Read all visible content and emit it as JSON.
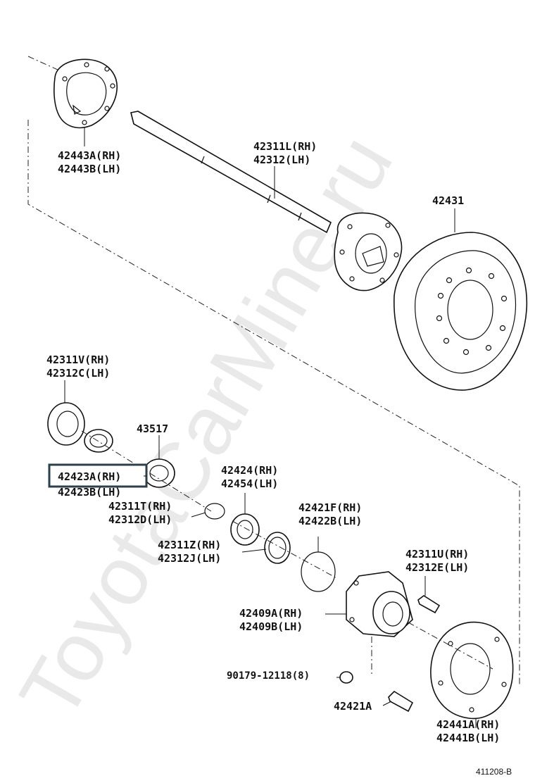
{
  "watermark": "ToyotaCarMine.ru",
  "diagram_code": "411208-B",
  "parts": {
    "p42443": [
      "42443A(RH)",
      "42443B(LH)"
    ],
    "p42311L": [
      "42311L(RH)",
      "42312(LH)"
    ],
    "p42431": [
      "42431"
    ],
    "p42311V": [
      "42311V(RH)",
      "42312C(LH)"
    ],
    "p43517": [
      "43517"
    ],
    "p42423": [
      "42423A(RH)",
      "42423B(LH)"
    ],
    "p42424": [
      "42424(RH)",
      "42454(LH)"
    ],
    "p42311T": [
      "42311T(RH)",
      "42312D(LH)"
    ],
    "p42421F": [
      "42421F(RH)",
      "42422B(LH)"
    ],
    "p42311Z": [
      "42311Z(RH)",
      "42312J(LH)"
    ],
    "p42311U": [
      "42311U(RH)",
      "42312E(LH)"
    ],
    "p42409": [
      "42409A(RH)",
      "42409B(LH)"
    ],
    "p90179": [
      "90179-12118(8)"
    ],
    "p42421A": [
      "42421A"
    ],
    "p42441": [
      "42441A(RH)",
      "42441B(LH)"
    ]
  },
  "highlighted_part": "42423A(RH)"
}
